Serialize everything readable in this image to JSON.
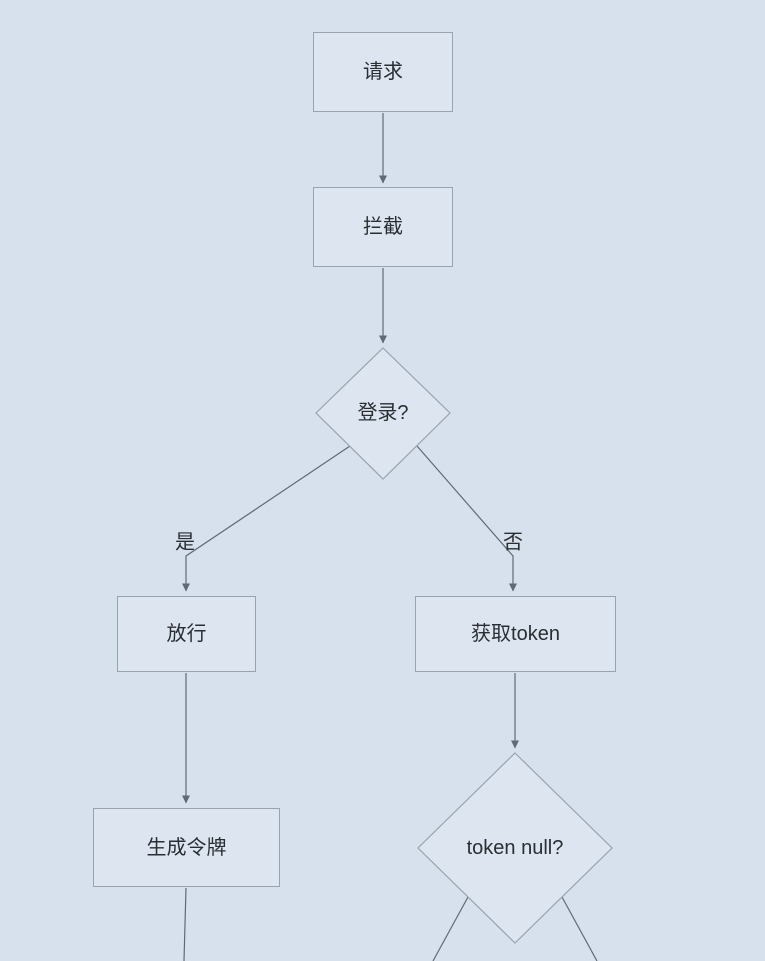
{
  "diagram": {
    "type": "flowchart",
    "colors": {
      "background": "#d7e1ed",
      "node_fill": "#dde6f0",
      "node_border": "#98a3b0",
      "line": "#5f6a75",
      "text": "#2a2e33"
    },
    "nodes": {
      "request": {
        "label": "请求",
        "shape": "rect"
      },
      "intercept": {
        "label": "拦截",
        "shape": "rect"
      },
      "login": {
        "label": "登录?",
        "shape": "diamond"
      },
      "pass": {
        "label": "放行",
        "shape": "rect"
      },
      "get_token": {
        "label": "获取token",
        "shape": "rect"
      },
      "generate_token": {
        "label": "生成令牌",
        "shape": "rect"
      },
      "token_null": {
        "label": "token null?",
        "shape": "diamond"
      }
    },
    "edge_labels": {
      "yes": "是",
      "no": "否"
    },
    "edges": [
      {
        "from": "request",
        "to": "intercept"
      },
      {
        "from": "intercept",
        "to": "login"
      },
      {
        "from": "login",
        "to": "pass",
        "label": "是"
      },
      {
        "from": "login",
        "to": "get_token",
        "label": "否"
      },
      {
        "from": "pass",
        "to": "generate_token"
      },
      {
        "from": "get_token",
        "to": "token_null"
      },
      {
        "from": "generate_token",
        "to": "offscreen-bottom"
      },
      {
        "from": "token_null",
        "to": "offscreen-bottom-left"
      },
      {
        "from": "token_null",
        "to": "offscreen-bottom-right"
      }
    ]
  }
}
